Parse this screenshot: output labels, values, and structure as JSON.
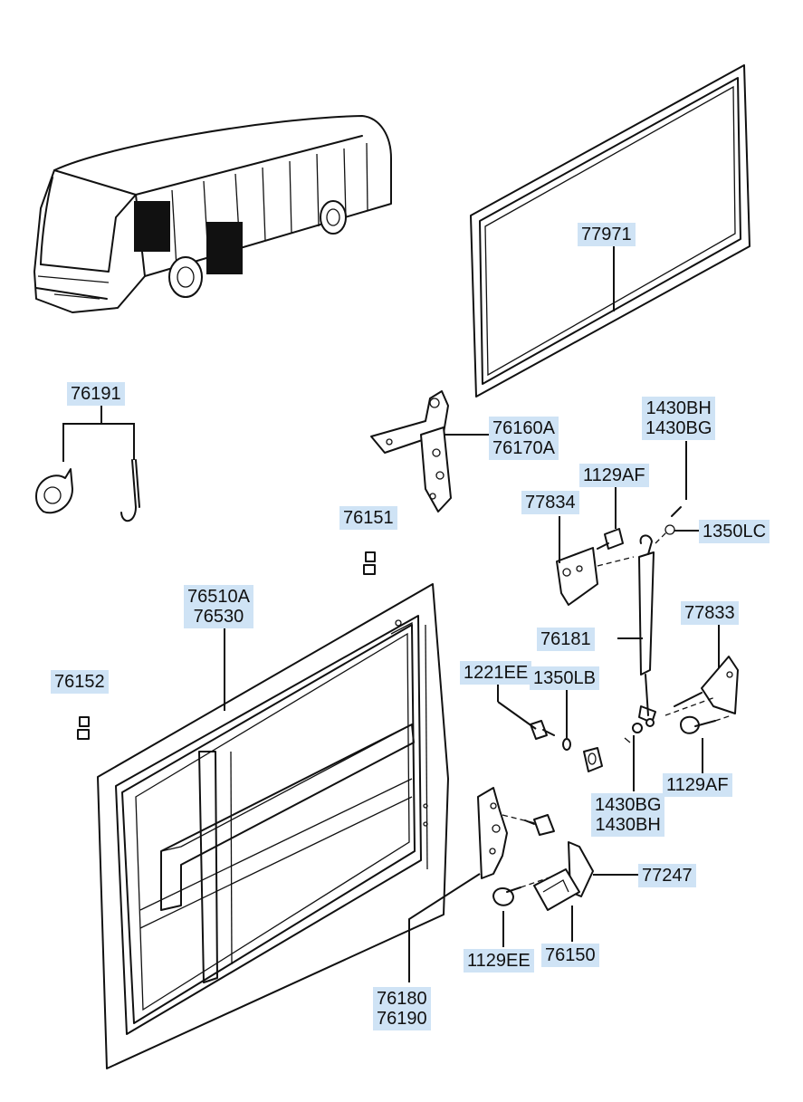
{
  "labels": {
    "l77971": "77971",
    "l76191": "76191",
    "l76160": "76160A\n76170A",
    "l1430bh_top": "1430BH\n1430BG",
    "l1129af_top": "1129AF",
    "l77834": "77834",
    "l76151": "76151",
    "l1350lc": "1350LC",
    "l76510": "76510A\n76530",
    "l77833": "77833",
    "l76181": "76181",
    "l1221ee": "1221EE",
    "l1350lb": "1350LB",
    "l76152": "76152",
    "l1430bg_bot": "1430BG\n1430BH",
    "l1129af_bot": "1129AF",
    "l77247": "77247",
    "l1129ee": "1129EE",
    "l76150": "76150",
    "l76180": "76180\n76190"
  }
}
